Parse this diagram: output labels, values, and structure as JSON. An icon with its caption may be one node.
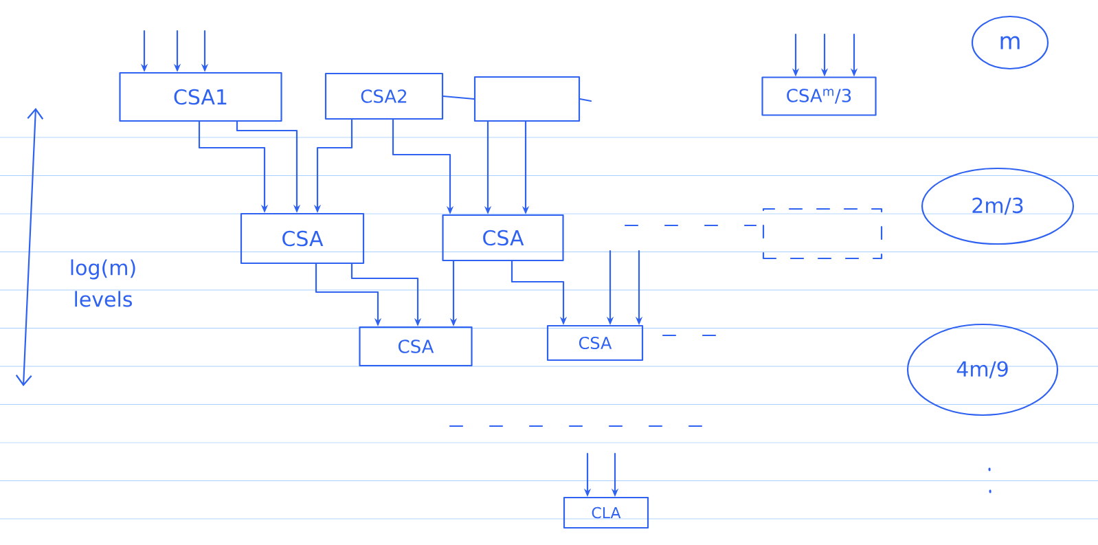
{
  "diagram": {
    "nodes": [
      {
        "text": [
          "CSA1"
        ]
      },
      {
        "text": [
          "CSA2"
        ]
      },
      {
        "text": [],
        "shape": "box"
      },
      {
        "text": [
          "CSA$^{m}$/3"
        ]
      },
      {
        "text": [
          "CSA"
        ]
      },
      {
        "text": [
          "CSA"
        ]
      },
      {
        "text": [],
        "shape": "box"
      },
      {
        "text": [
          "CSA"
        ]
      },
      {
        "text": [
          "CSA"
        ]
      },
      {
        "text": [
          "CLA"
        ]
      },
      {
        "text": [
          "m"
        ]
      },
      {
        "text": [
          "2m/3"
        ]
      },
      {
        "text": [
          "4m/9"
        ]
      }
    ],
    "edges": [
      {
        "from": null,
        "to": 0,
        "arrow": "to"
      },
      {
        "from": null,
        "to": 0,
        "arrow": "to"
      },
      {
        "from": null,
        "to": 0,
        "arrow": "to"
      },
      {
        "from": null,
        "to": 3,
        "arrow": "to"
      },
      {
        "from": null,
        "to": 3,
        "arrow": "to"
      },
      {
        "from": null,
        "to": 3,
        "arrow": "to"
      },
      {
        "from": 0,
        "to": 4,
        "arrow": "to"
      },
      {
        "from": 0,
        "to": 4,
        "arrow": "to"
      },
      {
        "from": 1,
        "to": 4,
        "arrow": "to"
      },
      {
        "from": 1,
        "to": 5,
        "arrow": "to"
      },
      {
        "from": 2,
        "to": 5,
        "arrow": "to"
      },
      {
        "from": 2,
        "to": 5,
        "arrow": "to"
      },
      {
        "from": 1,
        "to": 2,
        "arrow": "none"
      },
      {
        "from": 2,
        "to": null,
        "arrow": "none"
      },
      {
        "from": 4,
        "to": 7,
        "arrow": "to"
      },
      {
        "from": 4,
        "to": 7,
        "arrow": "to"
      },
      {
        "from": 5,
        "to": 7,
        "arrow": "to"
      },
      {
        "from": 5,
        "to": 8,
        "arrow": "to"
      },
      {
        "from": null,
        "to": 8,
        "arrow": "to"
      },
      {
        "from": null,
        "to": 8,
        "arrow": "to"
      },
      {
        "from": null,
        "to": 9,
        "arrow": "to"
      },
      {
        "from": null,
        "to": 9,
        "arrow": "to"
      }
    ],
    "labels": [
      "log(m) levels"
    ]
  }
}
